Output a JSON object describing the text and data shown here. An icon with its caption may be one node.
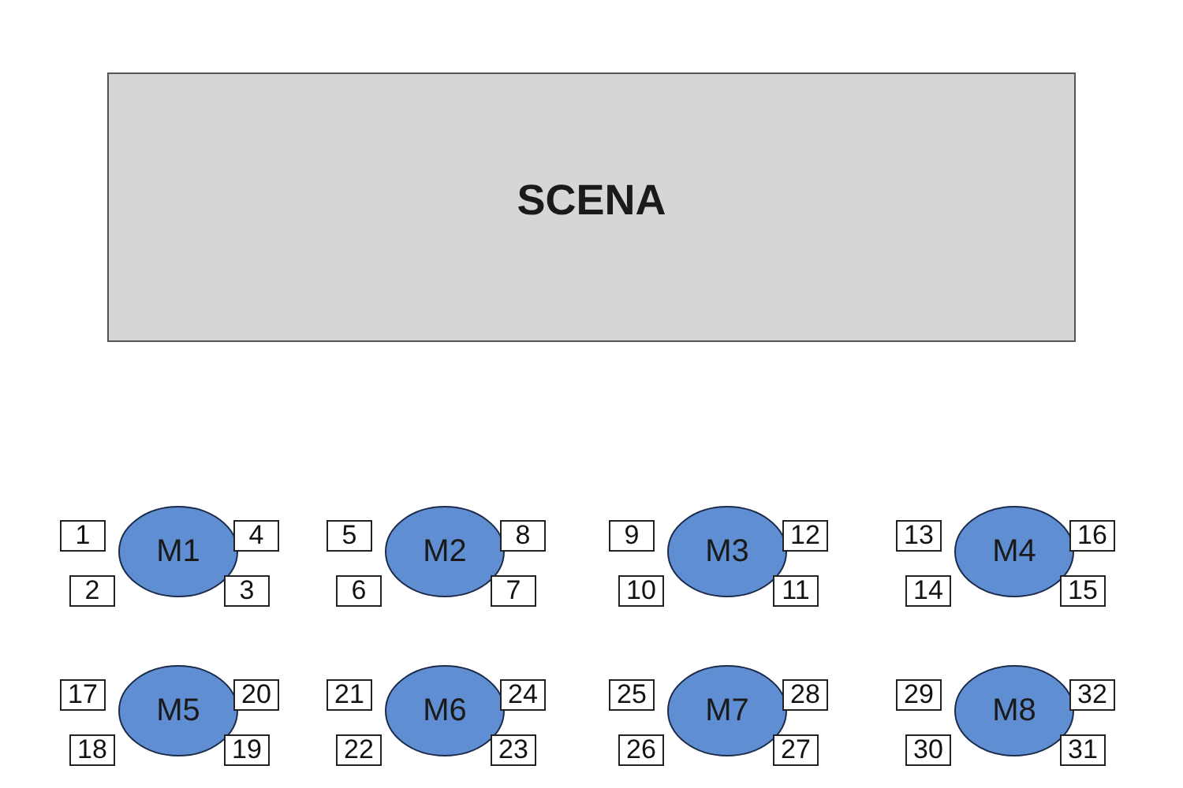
{
  "diagram": {
    "nodes": [
      {
        "text": [
          "SCENA"
        ]
      },
      {
        "text": [
          "M1"
        ]
      },
      {
        "text": [
          "M2"
        ]
      },
      {
        "text": [
          "M3"
        ]
      },
      {
        "text": [
          "M4"
        ]
      },
      {
        "text": [
          "M5"
        ]
      },
      {
        "text": [
          "M6"
        ]
      },
      {
        "text": [
          "M7"
        ]
      },
      {
        "text": [
          "M8"
        ]
      },
      {
        "text": [
          "1"
        ]
      },
      {
        "text": [
          "2"
        ]
      },
      {
        "text": [
          "3"
        ]
      },
      {
        "text": [
          "4"
        ]
      },
      {
        "text": [
          "5"
        ]
      },
      {
        "text": [
          "6"
        ]
      },
      {
        "text": [
          "7"
        ]
      },
      {
        "text": [
          "8"
        ]
      },
      {
        "text": [
          "9"
        ]
      },
      {
        "text": [
          "10"
        ]
      },
      {
        "text": [
          "11"
        ]
      },
      {
        "text": [
          "12"
        ]
      },
      {
        "text": [
          "13"
        ]
      },
      {
        "text": [
          "14"
        ]
      },
      {
        "text": [
          "15"
        ]
      },
      {
        "text": [
          "16"
        ]
      },
      {
        "text": [
          "17"
        ]
      },
      {
        "text": [
          "18"
        ]
      },
      {
        "text": [
          "19"
        ]
      },
      {
        "text": [
          "20"
        ]
      },
      {
        "text": [
          "21"
        ]
      },
      {
        "text": [
          "22"
        ]
      },
      {
        "text": [
          "23"
        ]
      },
      {
        "text": [
          "24"
        ]
      },
      {
        "text": [
          "25"
        ]
      },
      {
        "text": [
          "26"
        ]
      },
      {
        "text": [
          "27"
        ]
      },
      {
        "text": [
          "28"
        ]
      },
      {
        "text": [
          "29"
        ]
      },
      {
        "text": [
          "30"
        ]
      },
      {
        "text": [
          "31"
        ]
      },
      {
        "text": [
          "32"
        ]
      }
    ],
    "edges": []
  }
}
